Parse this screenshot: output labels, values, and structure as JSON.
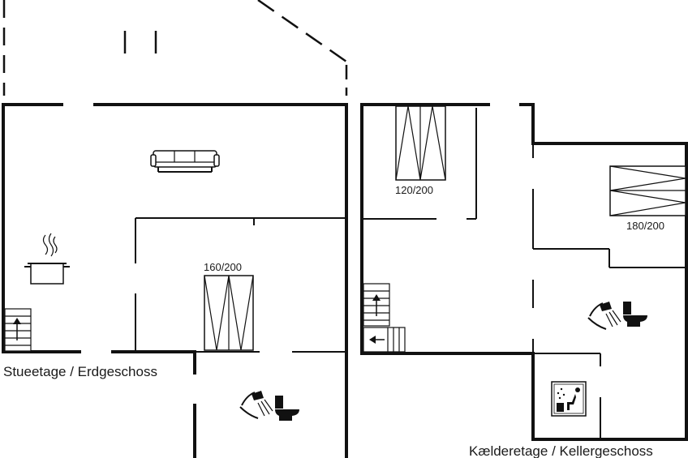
{
  "floors": {
    "ground_label": "Stueetage / Erdgeschoss",
    "basement_label": "Kælderetage / Kellergeschoss"
  },
  "beds": {
    "bed_ground": "160/200",
    "bed_basement_small": "120/200",
    "bed_basement_large": "180/200"
  },
  "icons": [
    "sofa-icon",
    "cooking-pot-icon",
    "stairs-up-icon",
    "shower-icon",
    "toilet-icon",
    "sauna-icon",
    "bed-icon"
  ]
}
